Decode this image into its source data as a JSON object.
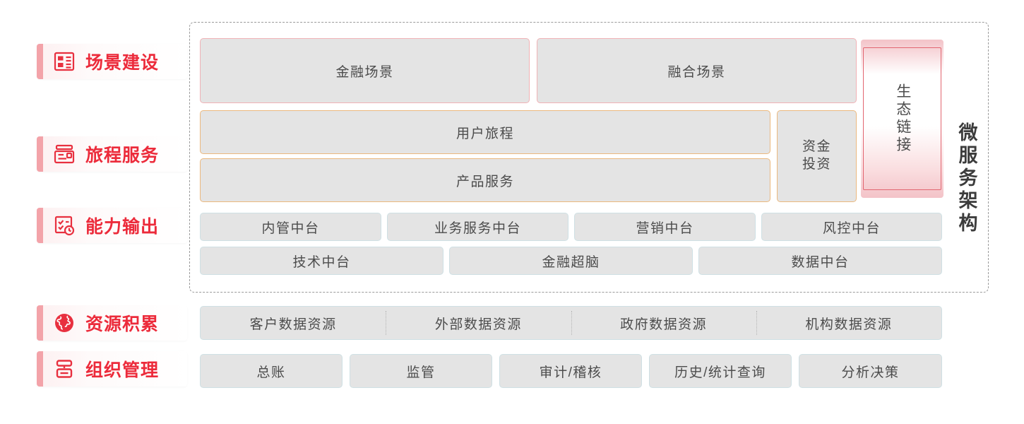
{
  "diagram": {
    "title_vertical": "微服务架构",
    "colors": {
      "accent_red": "#ec2b3b",
      "label_bar_pink": "#f3a3a9",
      "border_pink": "#f0b2b6",
      "border_orange": "#ebb87e",
      "border_teal": "#cfe0e4",
      "box_fill": "#e4e4e4",
      "box_text": "#4c4c4c",
      "dashed_border": "#9a9a9a"
    }
  },
  "side_labels": [
    {
      "text": "场景建设",
      "icon": "dashboard-grid-icon"
    },
    {
      "text": "旅程服务",
      "icon": "card-journey-icon"
    },
    {
      "text": "能力输出",
      "icon": "checklist-clock-icon"
    },
    {
      "text": "资源积累",
      "icon": "globe-icon"
    },
    {
      "text": "组织管理",
      "icon": "org-chart-icon"
    }
  ],
  "scenario_row": [
    {
      "text": "金融场景"
    },
    {
      "text": "融合场景"
    }
  ],
  "journey_rows": [
    {
      "text": "用户旅程"
    },
    {
      "text": "产品服务"
    }
  ],
  "fund_box": {
    "text": "资金\n投资",
    "line1": "资金",
    "line2": "投资"
  },
  "eco_pillar": {
    "text": "生态链接"
  },
  "platform_row_1": [
    {
      "text": "内管中台"
    },
    {
      "text": "业务服务中台"
    },
    {
      "text": "营销中台"
    },
    {
      "text": "风控中台"
    }
  ],
  "platform_row_2": [
    {
      "text": "技术中台"
    },
    {
      "text": "金融超脑"
    },
    {
      "text": "数据中台"
    }
  ],
  "resource_segments": [
    {
      "text": "客户数据资源"
    },
    {
      "text": "外部数据资源"
    },
    {
      "text": "政府数据资源"
    },
    {
      "text": "机构数据资源"
    }
  ],
  "organization_row": [
    {
      "text": "总账"
    },
    {
      "text": "监管"
    },
    {
      "text": "审计/稽核"
    },
    {
      "text": "历史/统计查询"
    },
    {
      "text": "分析决策"
    }
  ]
}
